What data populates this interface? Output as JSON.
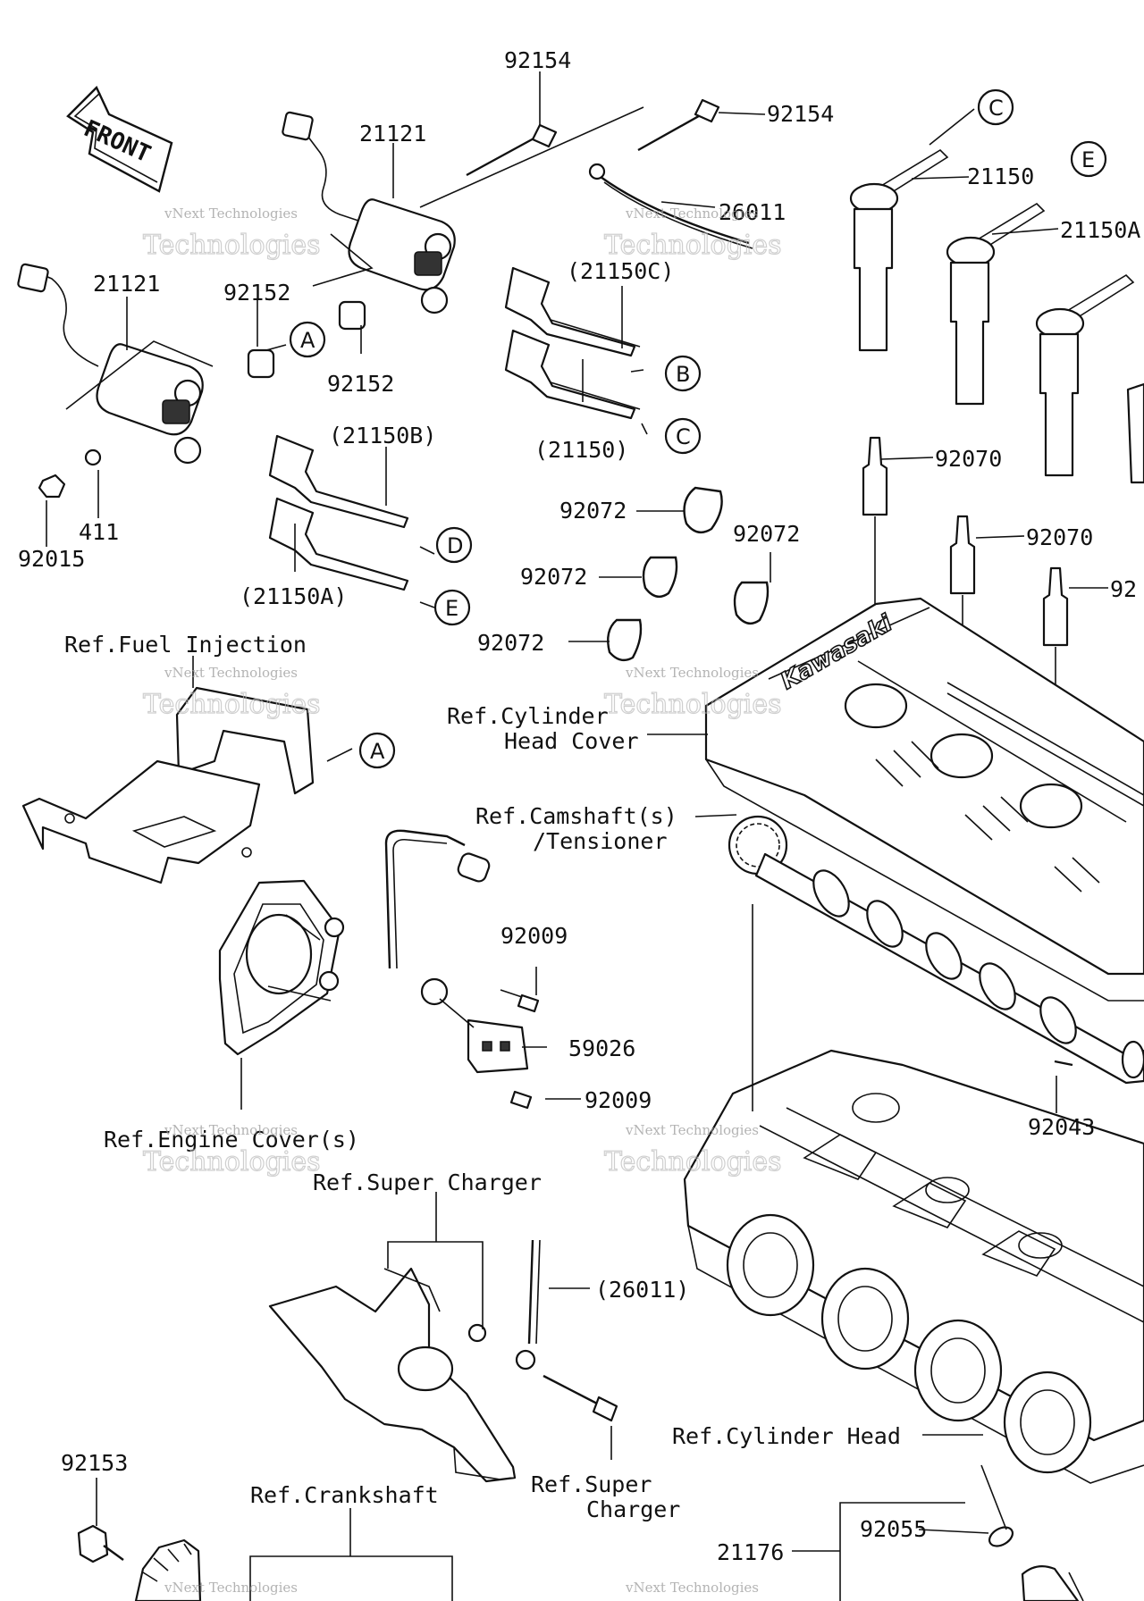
{
  "direction_label": "FRONT",
  "brand_mark": "Kawasaki",
  "watermark": {
    "line1": "vNext Technologies",
    "line2": "Technologies"
  },
  "labels": [
    {
      "id": "l1",
      "text": "92154"
    },
    {
      "id": "l2",
      "text": "92154"
    },
    {
      "id": "l3",
      "text": "21121"
    },
    {
      "id": "l4",
      "text": "21121"
    },
    {
      "id": "l5",
      "text": "26011"
    },
    {
      "id": "l6",
      "text": "(21150C)"
    },
    {
      "id": "l7",
      "text": "92152"
    },
    {
      "id": "l8",
      "text": "92152"
    },
    {
      "id": "l9",
      "text": "(21150)"
    },
    {
      "id": "l10",
      "text": "(21150B)"
    },
    {
      "id": "l11",
      "text": "411"
    },
    {
      "id": "l12",
      "text": "92015"
    },
    {
      "id": "l13",
      "text": "(21150A)"
    },
    {
      "id": "l14",
      "text": "21150"
    },
    {
      "id": "l15",
      "text": "21150A"
    },
    {
      "id": "l16",
      "text": "92070"
    },
    {
      "id": "l17",
      "text": "92070"
    },
    {
      "id": "l18",
      "text": "92"
    },
    {
      "id": "l19",
      "text": "92072"
    },
    {
      "id": "l20",
      "text": "92072"
    },
    {
      "id": "l21",
      "text": "92072"
    },
    {
      "id": "l22",
      "text": "92072"
    },
    {
      "id": "l23",
      "text": "Ref.Fuel Injection"
    },
    {
      "id": "l24",
      "text": "Ref.Cylinder"
    },
    {
      "id": "l25",
      "text": "Head Cover"
    },
    {
      "id": "l26",
      "text": "Ref.Camshaft(s)"
    },
    {
      "id": "l27",
      "text": "/Tensioner"
    },
    {
      "id": "l28",
      "text": "92009"
    },
    {
      "id": "l29",
      "text": "59026"
    },
    {
      "id": "l30",
      "text": "92009"
    },
    {
      "id": "l31",
      "text": "92043"
    },
    {
      "id": "l32",
      "text": "Ref.Engine Cover(s)"
    },
    {
      "id": "l33",
      "text": "Ref.Super Charger"
    },
    {
      "id": "l34",
      "text": "(26011)"
    },
    {
      "id": "l35",
      "text": "Ref.Cylinder Head"
    },
    {
      "id": "l36",
      "text": "92153"
    },
    {
      "id": "l37",
      "text": "Ref.Crankshaft"
    },
    {
      "id": "l38",
      "text": "Ref.Super"
    },
    {
      "id": "l39",
      "text": "Charger"
    },
    {
      "id": "l40",
      "text": "92055"
    },
    {
      "id": "l41",
      "text": "21176"
    }
  ],
  "callouts": [
    {
      "id": "c1",
      "letter": "C"
    },
    {
      "id": "c2",
      "letter": "E"
    },
    {
      "id": "c3",
      "letter": "A"
    },
    {
      "id": "c4",
      "letter": "B"
    },
    {
      "id": "c5",
      "letter": "C"
    },
    {
      "id": "c6",
      "letter": "D"
    },
    {
      "id": "c7",
      "letter": "E"
    },
    {
      "id": "c8",
      "letter": "A"
    }
  ]
}
